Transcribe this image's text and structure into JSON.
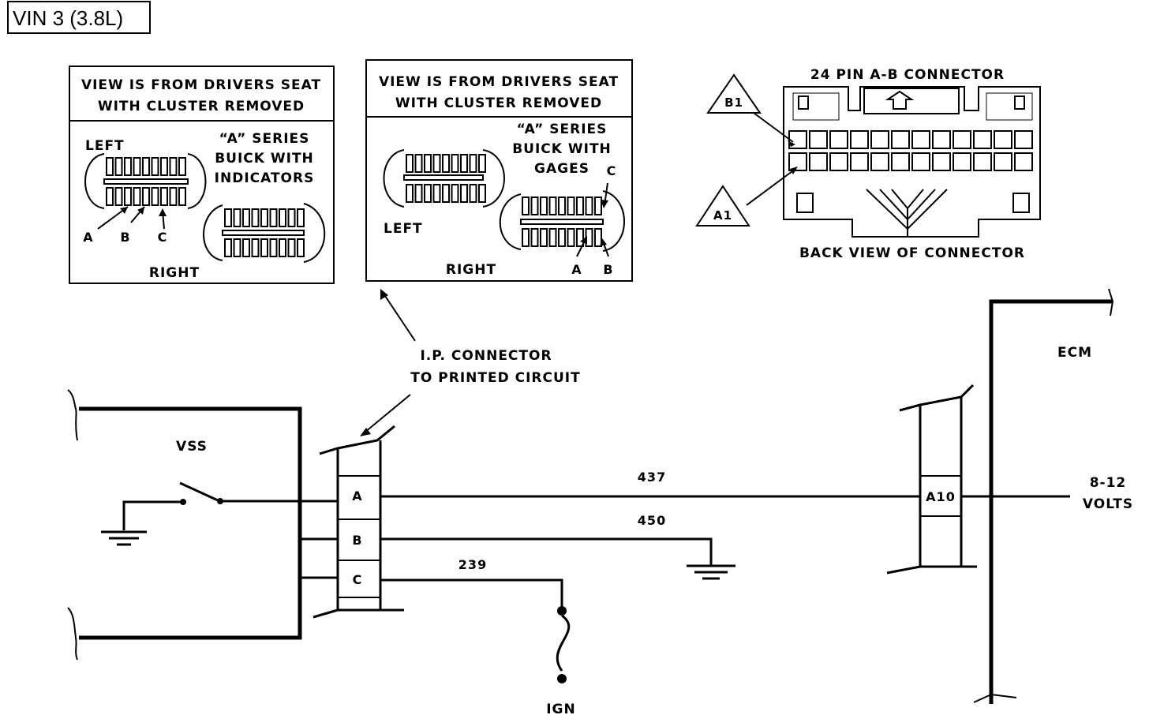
{
  "header": {
    "engine_label": "VIN 3 (3.8L)"
  },
  "inset_indicators": {
    "title_line1": "VIEW IS FROM DRIVERS SEAT",
    "title_line2": "WITH CLUSTER REMOVED",
    "series_line1": "“A” SERIES",
    "series_line2": "BUICK WITH",
    "series_line3": "INDICATORS",
    "left_label": "LEFT",
    "right_label": "RIGHT",
    "pin_a": "A",
    "pin_b": "B",
    "pin_c": "C"
  },
  "inset_gages": {
    "title_line1": "VIEW IS FROM DRIVERS SEAT",
    "title_line2": "WITH CLUSTER REMOVED",
    "series_line1": "“A” SERIES",
    "series_line2": "BUICK WITH",
    "series_line3": "GAGES",
    "left_label": "LEFT",
    "right_label": "RIGHT",
    "pin_a": "A",
    "pin_b": "B",
    "pin_c": "C"
  },
  "ecm_connector": {
    "title": "24 PIN A-B  CONNECTOR",
    "caption": "BACK VIEW OF CONNECTOR",
    "tag_b1": "B1",
    "tag_a1": "A1"
  },
  "ip_connector": {
    "label_line1": "I.P. CONNECTOR",
    "label_line2": "TO PRINTED  CIRCUIT",
    "pins": [
      "A",
      "B",
      "C"
    ]
  },
  "components": {
    "vss": "VSS",
    "ecm": "ECM",
    "ign": "IGN",
    "ecm_pin": "A10",
    "voltage_line1": "8-12",
    "voltage_line2": "VOLTS"
  },
  "circuits": {
    "wire_a": "437",
    "wire_b": "450",
    "wire_c": "239"
  }
}
